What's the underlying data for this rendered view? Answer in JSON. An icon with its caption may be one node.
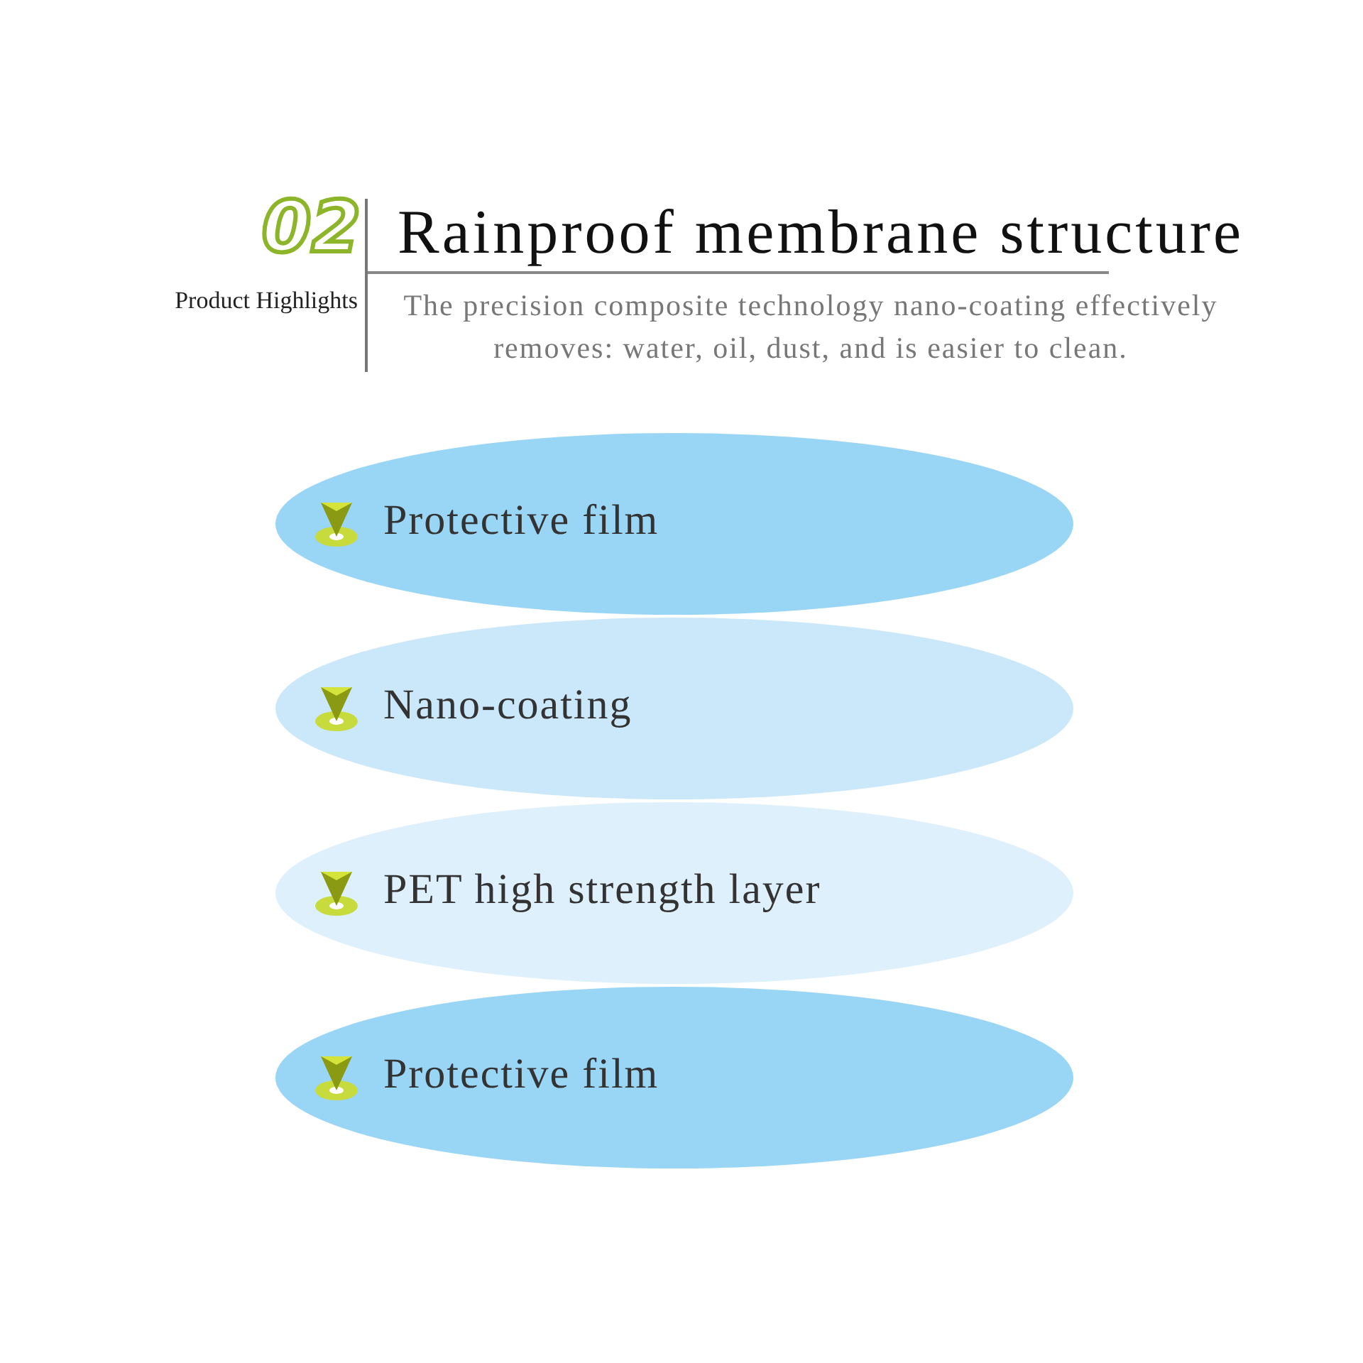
{
  "diagram": {
    "title": "Rainproof membrane structure",
    "nodes": [
      {
        "text": [
          "Protective film"
        ]
      },
      {
        "text": [
          "Nano-coating"
        ]
      },
      {
        "text": [
          "PET high strength layer"
        ]
      },
      {
        "text": [
          "Protective film"
        ]
      }
    ],
    "labels": [
      "02",
      "Product Highlights",
      "The precision composite technology nano-coating effectively removes: water, oil, dust, and is easier to clean."
    ]
  }
}
